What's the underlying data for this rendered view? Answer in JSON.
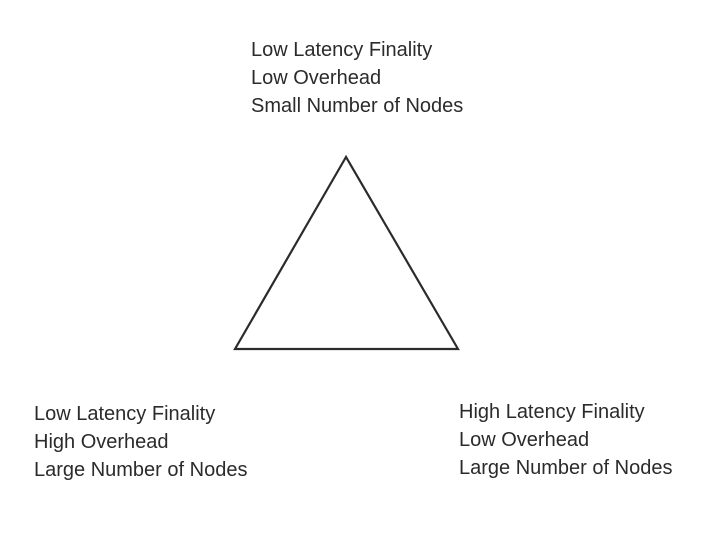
{
  "diagram": {
    "vertices": {
      "top": {
        "lines": [
          "Low Latency Finality",
          "Low Overhead",
          "Small Number of Nodes"
        ]
      },
      "bottom_left": {
        "lines": [
          "Low Latency Finality",
          "High Overhead",
          "Large Number of Nodes"
        ]
      },
      "bottom_right": {
        "lines": [
          "High Latency Finality",
          "Low Overhead",
          "Large Number of Nodes"
        ]
      }
    },
    "colors": {
      "stroke": "#2b2b2b",
      "text": "#2b2b2b",
      "background": "#ffffff"
    }
  }
}
